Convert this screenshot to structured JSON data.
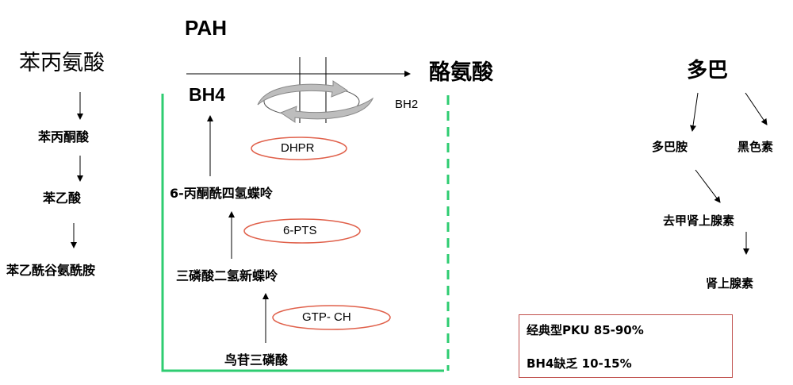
{
  "left_pathway": {
    "title": "苯丙氨酸",
    "steps": [
      "苯丙酮酸",
      "苯乙酸",
      "苯乙酰谷氨酰胺"
    ]
  },
  "center": {
    "enzyme": "PAH",
    "product": "酪氨酸",
    "cofactor": "BH4",
    "cofactor_oxidized": "BH2",
    "enzyme_dhpr": "DHPR",
    "precursor1": "6-丙酮酰四氢蝶呤",
    "enzyme_6pts": "6-PTS",
    "precursor2": "三磷酸二氢新蝶呤",
    "enzyme_gtpch": "GTP- CH",
    "precursor3": "鸟苷三磷酸"
  },
  "right_pathway": {
    "title": "多巴",
    "branch1": "多巴胺",
    "branch2": "黑色素",
    "step2": "去甲肾上腺素",
    "step3": "肾上腺素"
  },
  "stats_box": {
    "line1": "经典型PKU  85-90%",
    "line2": "BH4缺乏  10-15%"
  },
  "colors": {
    "green_line": "#2ecc71",
    "ellipse_red": "#e0604a",
    "box_border": "#c0504d",
    "recycle_gray": "#bdbdbd"
  }
}
